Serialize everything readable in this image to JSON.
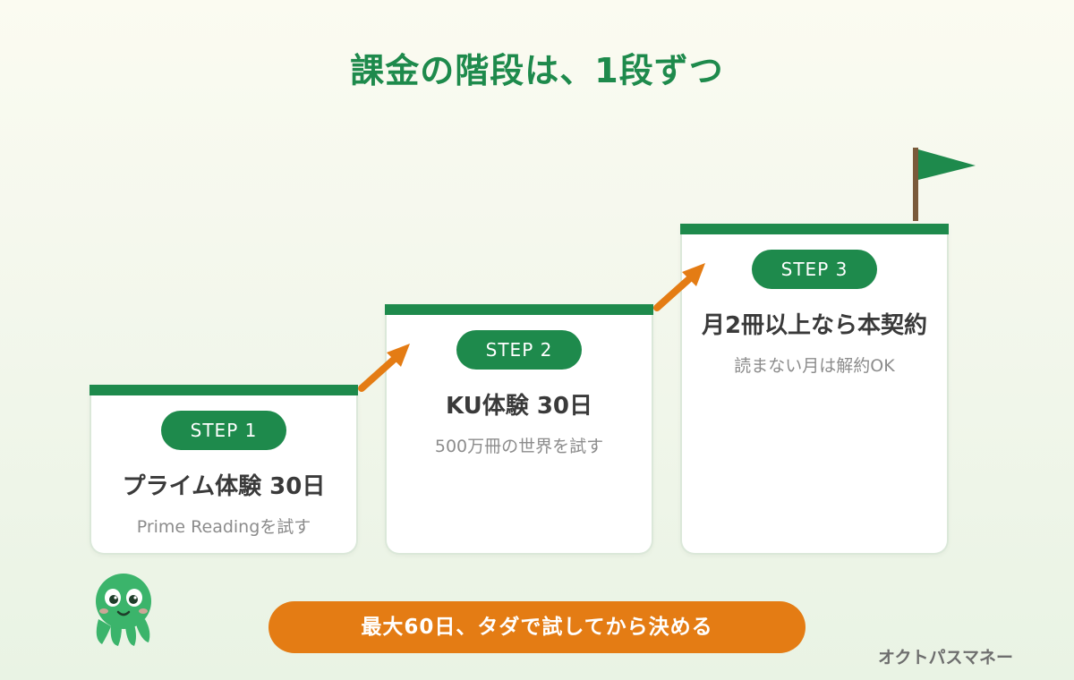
{
  "title": "課金の階段は、1段ずつ",
  "steps": [
    {
      "label": "STEP 1",
      "title": "プライム体験 30日",
      "subtitle": "Prime Readingを試す"
    },
    {
      "label": "STEP 2",
      "title": "KU体験 30日",
      "subtitle": "500万冊の世界を試す"
    },
    {
      "label": "STEP 3",
      "title": "月2冊以上なら本契約",
      "subtitle": "読まない月は解約OK"
    }
  ],
  "cta": "最大60日、タダで試してから決める",
  "brand": "オクトパスマネー",
  "colors": {
    "green": "#1e8a4c",
    "orange": "#e47c14",
    "card_border": "#dbe8d9"
  },
  "icons": [
    "arrow-up-right-icon",
    "goal-flag-icon",
    "octopus-mascot-icon"
  ]
}
